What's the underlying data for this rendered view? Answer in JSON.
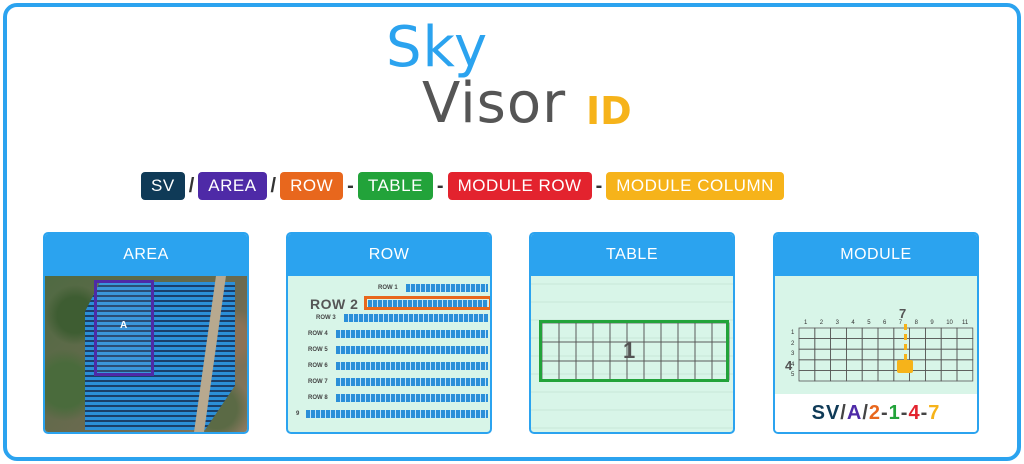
{
  "logo": {
    "sky": "Sky",
    "visor": "Visor",
    "id": "ID"
  },
  "formula": [
    {
      "text": "SV",
      "color": "#0f3a57"
    },
    {
      "sep": "/"
    },
    {
      "text": "AREA",
      "color": "#4e2aa7"
    },
    {
      "sep": "/"
    },
    {
      "text": "ROW",
      "color": "#e8671d"
    },
    {
      "sep": "-"
    },
    {
      "text": "TABLE",
      "color": "#22a33a"
    },
    {
      "sep": "-"
    },
    {
      "text": "MODULE ROW",
      "color": "#e3232e"
    },
    {
      "sep": "-"
    },
    {
      "text": "MODULE COLUMN",
      "color": "#f6b31a"
    }
  ],
  "cards": {
    "area": {
      "title": "AREA",
      "label": "A"
    },
    "row": {
      "title": "ROW",
      "highlight": "ROW 2",
      "rows": [
        "ROW 1",
        "ROW 3",
        "ROW 4",
        "ROW 5",
        "ROW 6",
        "ROW 7",
        "ROW 8",
        "9"
      ]
    },
    "table": {
      "title": "TABLE",
      "number": "1"
    },
    "module": {
      "title": "MODULE",
      "col_numbers": [
        "1",
        "2",
        "3",
        "4",
        "5",
        "6",
        "7",
        "8",
        "9",
        "10",
        "11"
      ],
      "row_numbers": [
        "1",
        "2",
        "3",
        "4",
        "5"
      ],
      "highlight_row": "4",
      "highlight_col": "7",
      "id_parts": [
        {
          "text": "SV",
          "color": "#0f3a57"
        },
        {
          "text": "/",
          "color": "#444444"
        },
        {
          "text": "A",
          "color": "#4e2aa7"
        },
        {
          "text": "/",
          "color": "#444444"
        },
        {
          "text": "2",
          "color": "#e8671d"
        },
        {
          "text": "-",
          "color": "#444444"
        },
        {
          "text": "1",
          "color": "#22a33a"
        },
        {
          "text": "-",
          "color": "#444444"
        },
        {
          "text": "4",
          "color": "#e3232e"
        },
        {
          "text": "-",
          "color": "#444444"
        },
        {
          "text": "7",
          "color": "#f6b31a"
        }
      ]
    }
  }
}
